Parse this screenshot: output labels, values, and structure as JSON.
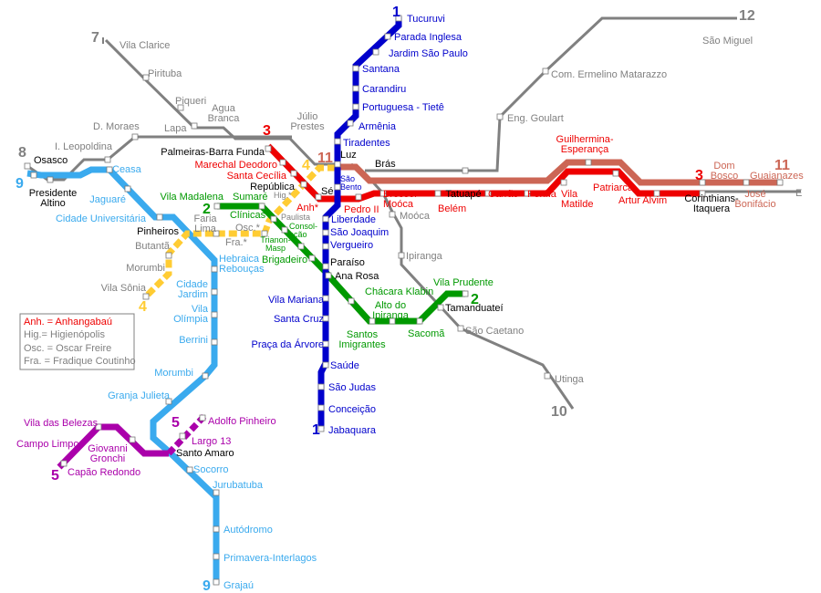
{
  "colors": {
    "line1": "#0000cc",
    "line2": "#009900",
    "line3": "#ee0000",
    "line4": "#ffcc33",
    "line5": "#aa00aa",
    "line9": "#3aaaee",
    "line11": "#cc6655",
    "cptm": "#808080"
  },
  "line_numbers": {
    "l1": "1",
    "l2": "2",
    "l3": "3",
    "l4": "4",
    "l5": "5",
    "l7": "7",
    "l8": "8",
    "l9": "9",
    "l10": "10",
    "l11": "11",
    "l12": "12",
    "east": "E"
  },
  "stations": {
    "tucuruvi": "Tucuruvi",
    "parada_inglesa": "Parada Inglesa",
    "jardim_sao_paulo": "Jardim São Paulo",
    "santana": "Santana",
    "carandiru": "Carandiru",
    "portuguesa": "Portuguesa - Tietê",
    "armenia": "Armênia",
    "tiradentes": "Tiradentes",
    "sao_bento": [
      "São",
      "Bento"
    ],
    "liberdade": "Liberdade",
    "sao_joaquim": "São Joaquim",
    "vergueiro": "Vergueiro",
    "vila_mariana": "Vila Mariana",
    "santa_cruz": "Santa Cruz",
    "praca_arvore": "Praça da Árvore",
    "saude": "Saúde",
    "sao_judas": "São Judas",
    "conceicao": "Conceição",
    "jabaquara": "Jabaquara",
    "luz": "Luz",
    "bras": "Brás",
    "se": "Sé",
    "republica": "República",
    "palmeiras": "Palmeiras-Barra Funda",
    "paraiso": "Paraíso",
    "ana_rosa": "Ana Rosa",
    "osasco": "Osasco",
    "presidente_altino": [
      "Presidente",
      "Altino"
    ],
    "pinheiros": "Pinheiros",
    "tatuape": "Tatuapé",
    "corinthians": [
      "Corinthians-",
      "Itaquera"
    ],
    "tamanduatei": "Tamanduateí",
    "santo_amaro": "Santo Amaro",
    "marechal": "Marechal Deodoro",
    "santa_cecilia": "Santa Cecília",
    "anh": "Anh*",
    "pedro_ii": "Pedro II",
    "bresser": [
      "Bresser",
      "Moóca"
    ],
    "belem": "Belém",
    "carrao": "Carrão",
    "penha": "Penha",
    "vila_matilde": [
      "Vila",
      "Matilde"
    ],
    "patriarca": "Patriarca",
    "artur_alvim": "Artur Alvim",
    "guilhermina": [
      "Guilhermina-",
      "Esperança"
    ],
    "dom_bosco": [
      "Dom",
      "Bosco"
    ],
    "jose_bonifacio": [
      "José",
      "Bonifácio"
    ],
    "guaianazes": "Guaianazes",
    "vila_madalena": "Vila Madalena",
    "sumare": "Sumaré",
    "clinicas": "Clínicas",
    "paulista": "Paulista",
    "consolacao": [
      "Consol-",
      "ação"
    ],
    "trianon": [
      "Trianon-",
      "Masp"
    ],
    "brigadeiro": "Brigadeiro",
    "chacara_klabin": "Chácara Klabin",
    "alto_ipiranga": [
      "Alto do",
      "Ipiranga"
    ],
    "santos_imigrantes": [
      "Santos",
      "Imigrantes"
    ],
    "sacoma": "Sacomã",
    "vila_prudente": "Vila Prudente",
    "vila_clarice": "Vila Clarice",
    "pirituba": "Pirituba",
    "piqueri": "Piqueri",
    "agua_branca": [
      "Agua",
      "Branca"
    ],
    "lapa": "Lapa",
    "d_moraes": "D. Moraes",
    "i_leopoldina": "I. Leopoldina",
    "julio_prestes": [
      "Júlio",
      "Prestes"
    ],
    "sao_miguel": "São Miguel",
    "ermelino": "Com. Ermelino Matarazzo",
    "eng_goulart": "Eng. Goulart",
    "mooca": "Moóca",
    "ipiranga": "Ipiranga",
    "sao_caetano": "São Caetano",
    "utinga": "Utinga",
    "faria_lima": [
      "Faria",
      "Lima"
    ],
    "osc": "Osc.*",
    "hig": "Hig.*",
    "fra": "Fra.*",
    "butanta": "Butantã",
    "morumbi4": "Morumbi",
    "vila_sonia": "Vila Sônia",
    "ceasa": "Ceasa",
    "jaguare": "Jaguaré",
    "cidade_universitaria": "Cidade Universitária",
    "hebraica": [
      "Hebraica",
      "Rebouças"
    ],
    "cidade_jardim": [
      "Cidade",
      "Jardim"
    ],
    "vila_olimpia": [
      "Vila",
      "Olímpia"
    ],
    "berrini": "Berrini",
    "morumbi9": "Morumbi",
    "granja_julieta": "Granja Julieta",
    "socorro": "Socorro",
    "jurubatuba": "Jurubatuba",
    "autodromo": "Autódromo",
    "primavera": "Primavera-Interlagos",
    "grajau": "Grajaú",
    "vila_belezas": "Vila das Belezas",
    "campo_limpo": "Campo Limpo",
    "giovanni": [
      "Giovanni",
      "Gronchi"
    ],
    "capao": "Capão Redondo",
    "largo13": "Largo 13",
    "adolfo": "Adolfo Pinheiro"
  },
  "legend": [
    {
      "text": "Anh. = Anhangabaú",
      "color": "#ee0000"
    },
    {
      "text": "Hig.= Higienópolis",
      "color": "#808080"
    },
    {
      "text": "Osc. = Oscar Freire",
      "color": "#808080"
    },
    {
      "text": "Fra. = Fradique Coutinho",
      "color": "#808080"
    }
  ]
}
